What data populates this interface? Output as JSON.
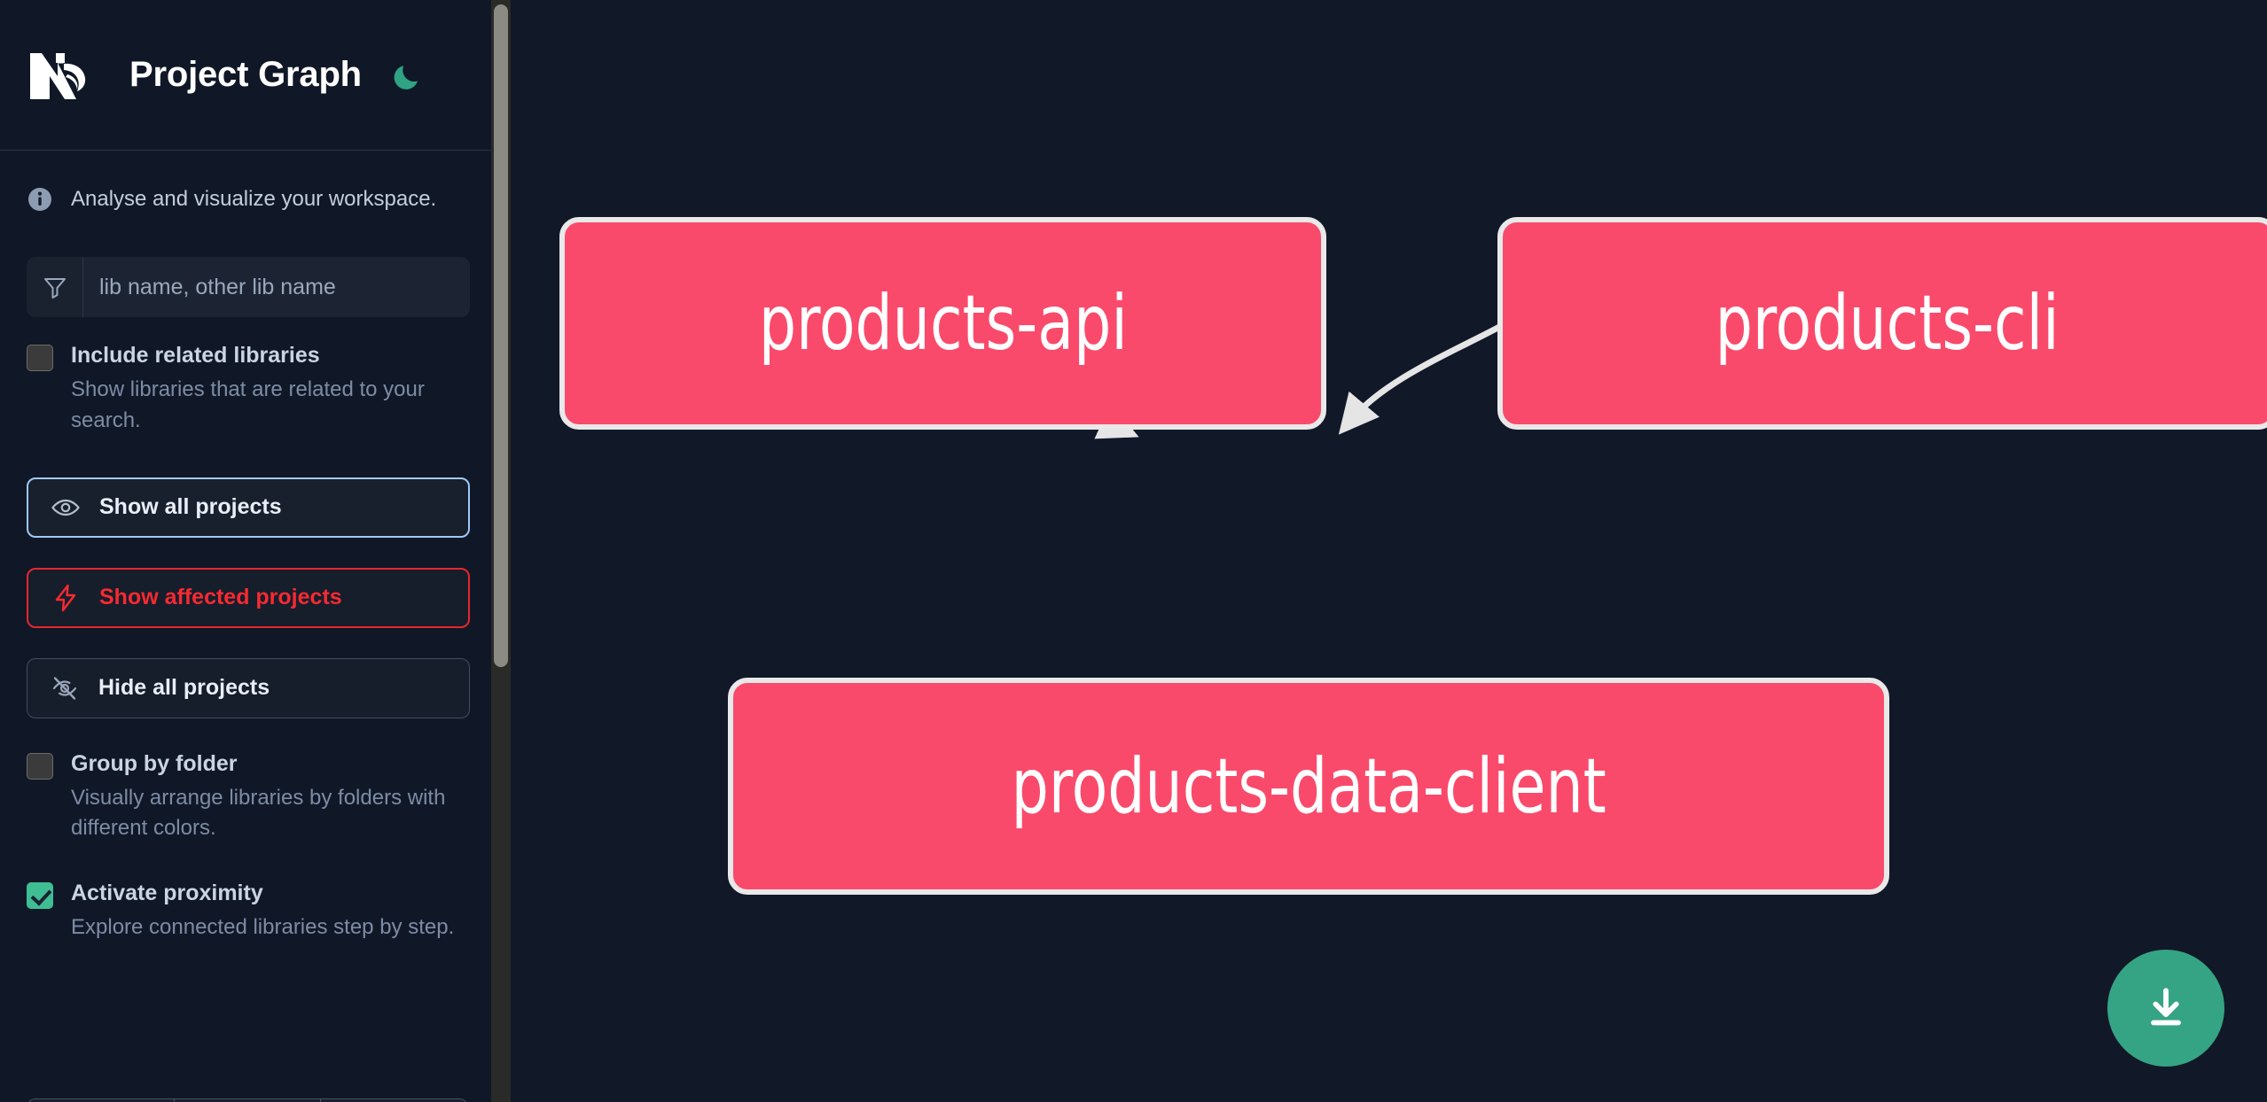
{
  "header": {
    "logo_icon": "nx-logo-icon",
    "title": "Project Graph",
    "theme_toggle_icon": "moon-icon"
  },
  "sidebar": {
    "tagline": {
      "icon": "info-icon",
      "text": "Analyse and visualize your workspace."
    },
    "search": {
      "icon": "filter-funnel-icon",
      "placeholder": "lib name, other lib name",
      "value": ""
    },
    "options": [
      {
        "id": "include-related-libraries",
        "label": "Include related libraries",
        "description": "Show libraries that are related to your search.",
        "checked": false
      },
      {
        "id": "group-by-folder",
        "label": "Group by folder",
        "description": "Visually arrange libraries by folders with different colors.",
        "checked": false
      },
      {
        "id": "activate-proximity",
        "label": "Activate proximity",
        "description": "Explore connected libraries step by step.",
        "checked": true
      }
    ],
    "buttons": [
      {
        "id": "show-all-projects",
        "label": "Show all projects",
        "icon": "eye-icon",
        "style": "primary"
      },
      {
        "id": "show-affected-projects",
        "label": "Show affected projects",
        "icon": "lightning-bolt-icon",
        "style": "danger"
      },
      {
        "id": "hide-all-projects",
        "label": "Hide all projects",
        "icon": "eye-off-icon",
        "style": "neutral"
      }
    ]
  },
  "graph": {
    "nodes": [
      {
        "id": "products-api",
        "label": "products-api"
      },
      {
        "id": "products-cli",
        "label": "products-cli"
      },
      {
        "id": "products-data-client",
        "label": "products-data-client"
      }
    ],
    "edges": [
      {
        "from": "products-api",
        "to": "products-data-client"
      },
      {
        "from": "products-cli",
        "to": "products-data-client"
      }
    ],
    "download_button_icon": "download-icon"
  },
  "colors": {
    "node_fill": "#fa4a6b",
    "node_border": "#e9e9ea",
    "edge": "#e5e5e6",
    "accent_green": "#35a484",
    "danger_red": "#f62a31",
    "primary_blue": "#9fc8f5",
    "canvas_bg": "#111827",
    "sidebar_bg": "#101827"
  }
}
